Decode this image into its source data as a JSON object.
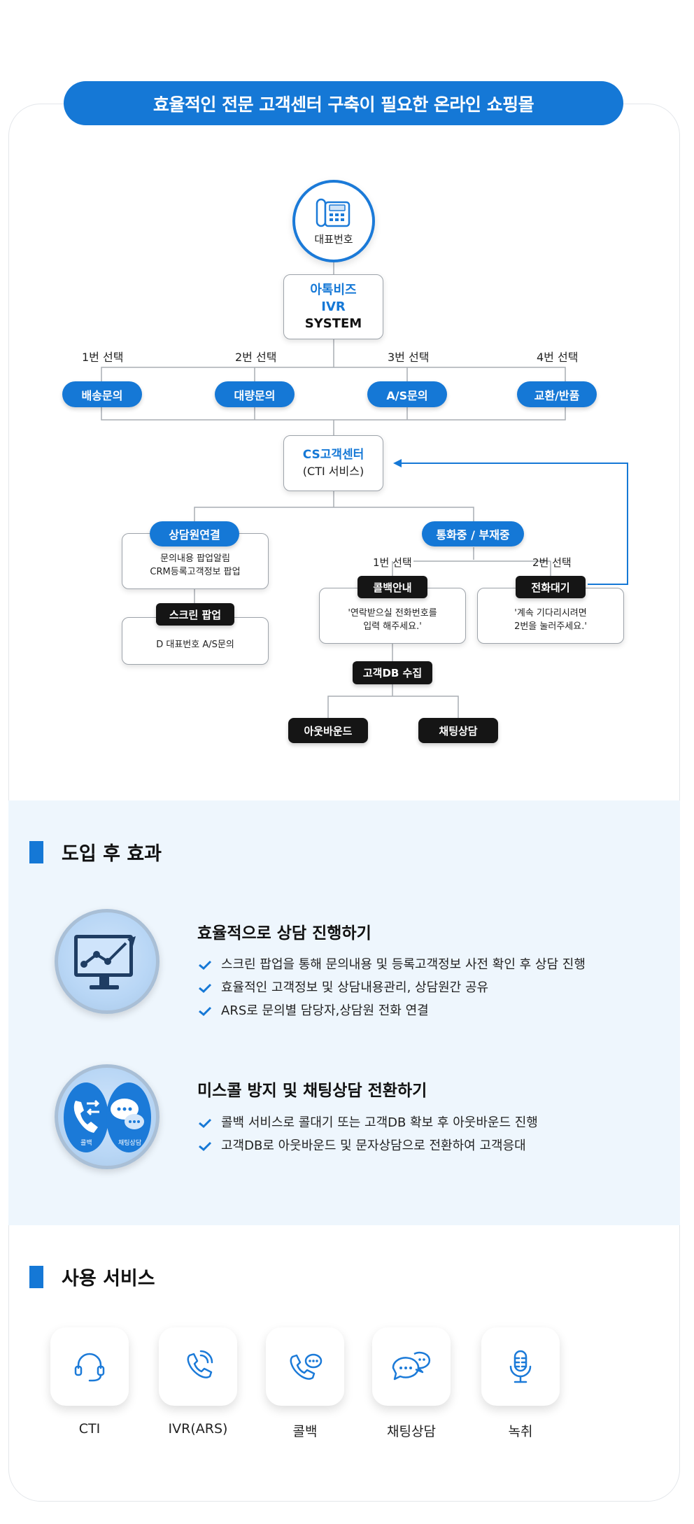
{
  "header": {
    "title": "효율적인 전문 고객센터 구축이 필요한 온라인 쇼핑몰"
  },
  "flow": {
    "representative": "대표번호",
    "ivr": {
      "brand": "아톡비즈",
      "name": "IVR",
      "system": "SYSTEM"
    },
    "choices": [
      {
        "select": "1번 선택",
        "label": "배송문의"
      },
      {
        "select": "2번 선택",
        "label": "대량문의"
      },
      {
        "select": "3번 선택",
        "label": "A/S문의"
      },
      {
        "select": "4번 선택",
        "label": "교환/반품"
      }
    ],
    "cs_center": {
      "title": "CS고객센터",
      "sub": "(CTI 서비스)"
    },
    "agent": {
      "label": "상담원연결",
      "line1": "문의내용 팝업알림",
      "line2": "CRM등록고객정보 팝업",
      "screen_popup": "스크린 팝업",
      "screen_popup_text": "D 대표번호 A/S문의"
    },
    "busy": {
      "label": "통화중 / 부재중",
      "select1": "1번 선택",
      "select2": "2번 선택",
      "callback": "콜백안내",
      "callback_line1": "'연락받으실 전화번호를",
      "callback_line2": "입력 해주세요.'",
      "wait": "전화대기",
      "wait_line1": "'계속 기다리시려면",
      "wait_line2": "2번을 눌러주세요.'",
      "db_collect": "고객DB 수집",
      "outbound": "아웃바운드",
      "chat": "채팅상담"
    }
  },
  "effects": {
    "heading": "도입 후 효과",
    "items": [
      {
        "title": "효율적으로 상담 진행하기",
        "points": [
          "스크린 팝업을 통해 문의내용 및 등록고객정보 사전 확인 후 상담 진행",
          "효율적인 고객정보 및 상담내용관리, 상담원간 공유",
          "ARS로 문의별 담당자,상담원 전화 연결"
        ]
      },
      {
        "title": "미스콜 방지 및 채팅상담 전환하기",
        "points": [
          "콜백 서비스로 콜대기 또는 고객DB 확보 후 아웃바운드 진행",
          "고객DB로 아웃바운드 및 문자상담으로 전환하여 고객응대"
        ],
        "icon_labels": [
          "콜백",
          "채팅상담"
        ]
      }
    ]
  },
  "services": {
    "heading": "사용 서비스",
    "items": [
      {
        "name": "CTI",
        "icon": "headset-icon"
      },
      {
        "name": "IVR(ARS)",
        "icon": "phone-ring-icon"
      },
      {
        "name": "콜백",
        "icon": "phone-chat-icon"
      },
      {
        "name": "채팅상담",
        "icon": "chat-bubbles-icon"
      },
      {
        "name": "녹취",
        "icon": "microphone-icon"
      }
    ]
  },
  "colors": {
    "accent": "#1578d6",
    "dark_pill": "#151515",
    "effects_bg": "#eef6fd"
  }
}
